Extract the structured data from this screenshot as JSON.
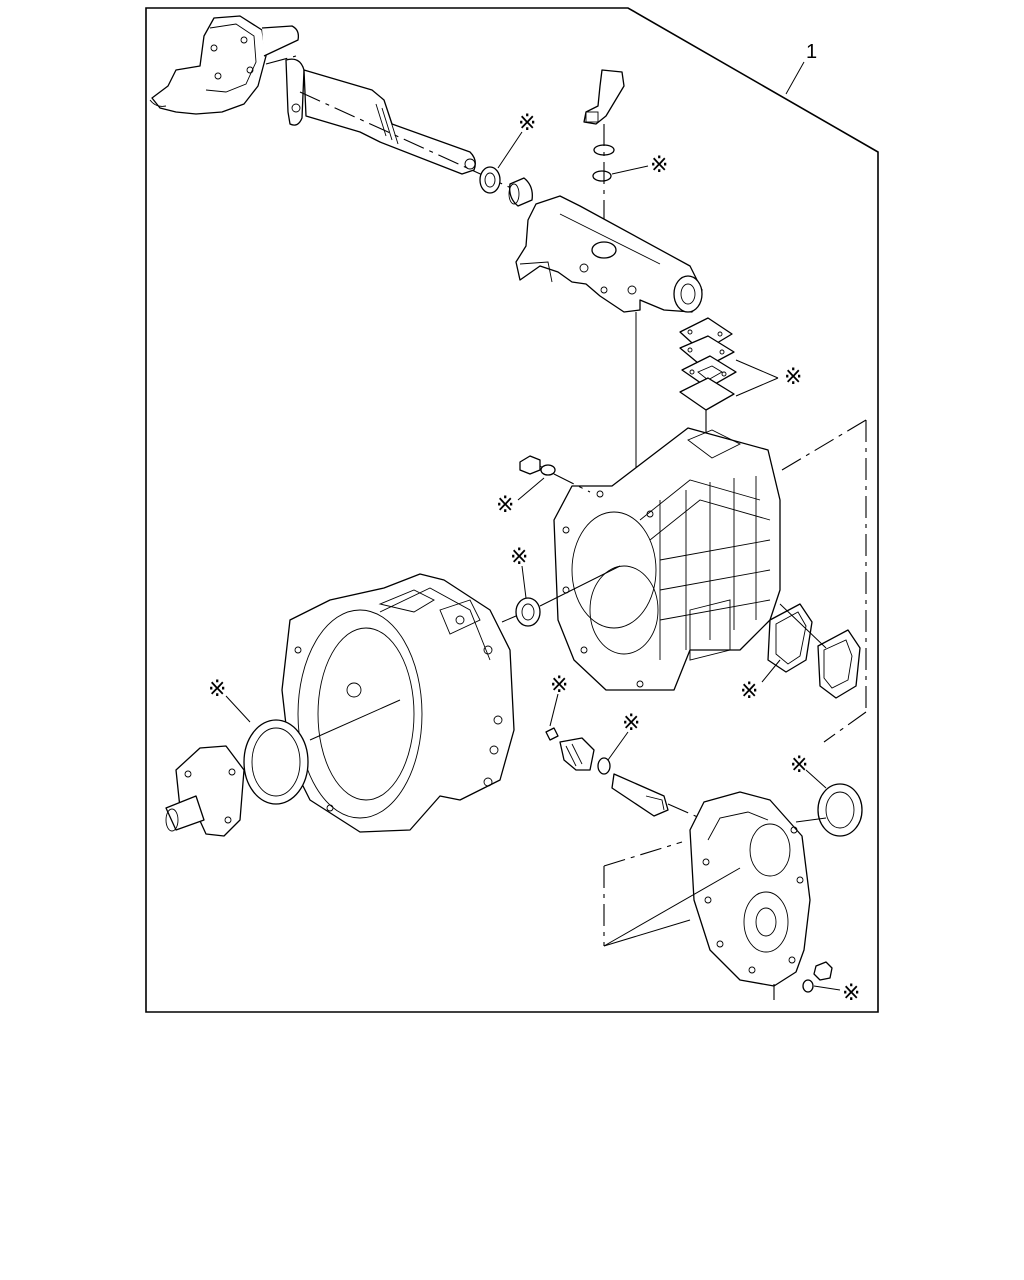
{
  "callout": {
    "number": "1"
  },
  "markers": {
    "symbol": "※",
    "items": [
      {
        "id": "m1"
      },
      {
        "id": "m2"
      },
      {
        "id": "m3"
      },
      {
        "id": "m4"
      },
      {
        "id": "m5"
      },
      {
        "id": "m6"
      },
      {
        "id": "m7"
      },
      {
        "id": "m8"
      },
      {
        "id": "m9"
      },
      {
        "id": "m10"
      },
      {
        "id": "m11"
      }
    ]
  }
}
